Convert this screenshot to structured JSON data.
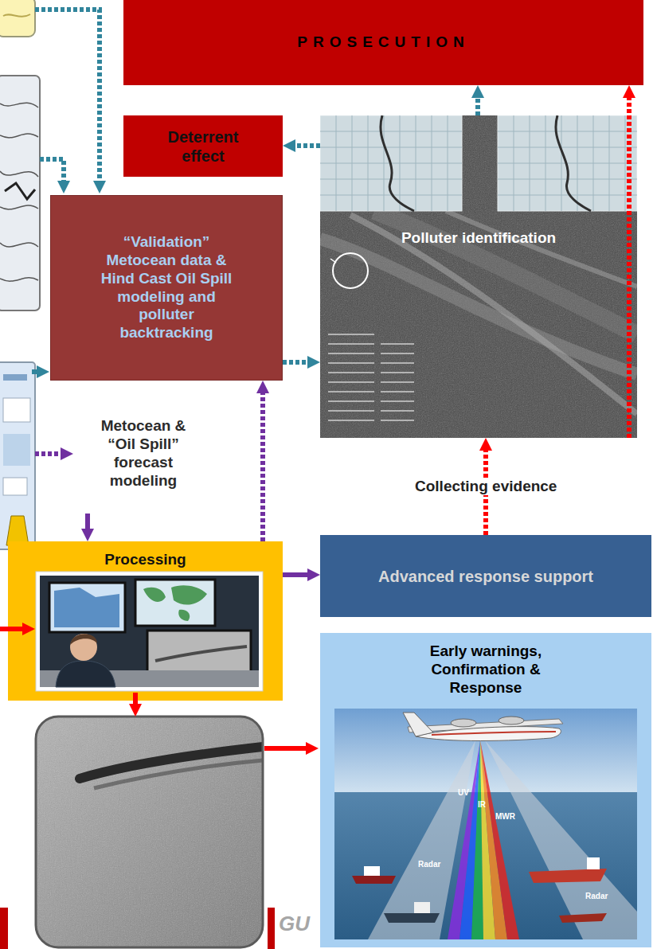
{
  "diagram": {
    "nodes": [
      {
        "text": [
          "PROSECUTION"
        ]
      },
      {
        "text": [
          "Deterrent effect"
        ]
      },
      {
        "text": [
          "“Validation” Metocean data & Hind Cast Oil Spill modeling and polluter backtracking"
        ]
      },
      {
        "text": [
          "Polluter identification"
        ]
      },
      {
        "text": [
          "Metocean & “Oil Spill” forecast modeling"
        ]
      },
      {
        "text": [
          "Processing"
        ]
      },
      {
        "text": [
          "Advanced response support"
        ]
      },
      {
        "text": [
          "Early warnings, Confirmation & Response"
        ]
      }
    ],
    "edges": [
      {
        "from": 3,
        "to": 0,
        "arrow": "to"
      },
      {
        "from": 3,
        "to": 1,
        "arrow": "to"
      },
      {
        "from": 2,
        "to": 3,
        "arrow": "to"
      },
      {
        "from": 4,
        "to": 5,
        "arrow": "to"
      },
      {
        "from": 5,
        "to": 2,
        "arrow": "to"
      },
      {
        "from": 5,
        "to": 6,
        "arrow": "to"
      },
      {
        "from": 6,
        "to": 3,
        "label": "Collecting evidence",
        "arrow": "to"
      },
      {
        "from": 3,
        "to": 0,
        "arrow": "to"
      }
    ],
    "labels": [
      "Radar",
      "UV",
      "IR",
      "MWR",
      "Radar",
      "GU"
    ]
  }
}
